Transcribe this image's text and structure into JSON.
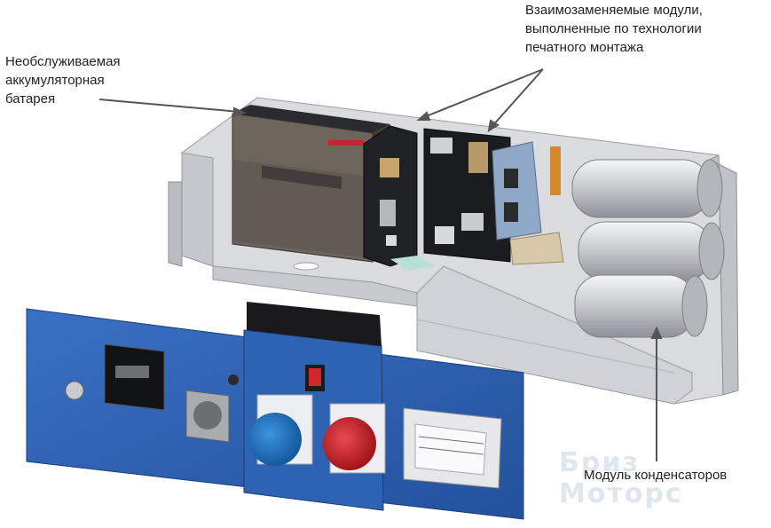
{
  "callouts": {
    "battery": [
      "Необслуживаемая",
      "аккумуляторная",
      "батарея"
    ],
    "modules": [
      "Взаимозаменяемые модули,",
      "выполненные по технологии",
      "печатного монтажа"
    ],
    "capacitors": [
      "Модуль конденсаторов"
    ]
  },
  "watermark": "Бриз Моторс",
  "colors": {
    "panel_blue": "#2f63b4",
    "chassis_gray": "#d7d9dc",
    "pcb_dark": "#1c1e22",
    "socket_blue": "#1f78c8",
    "socket_red": "#d2232a"
  }
}
